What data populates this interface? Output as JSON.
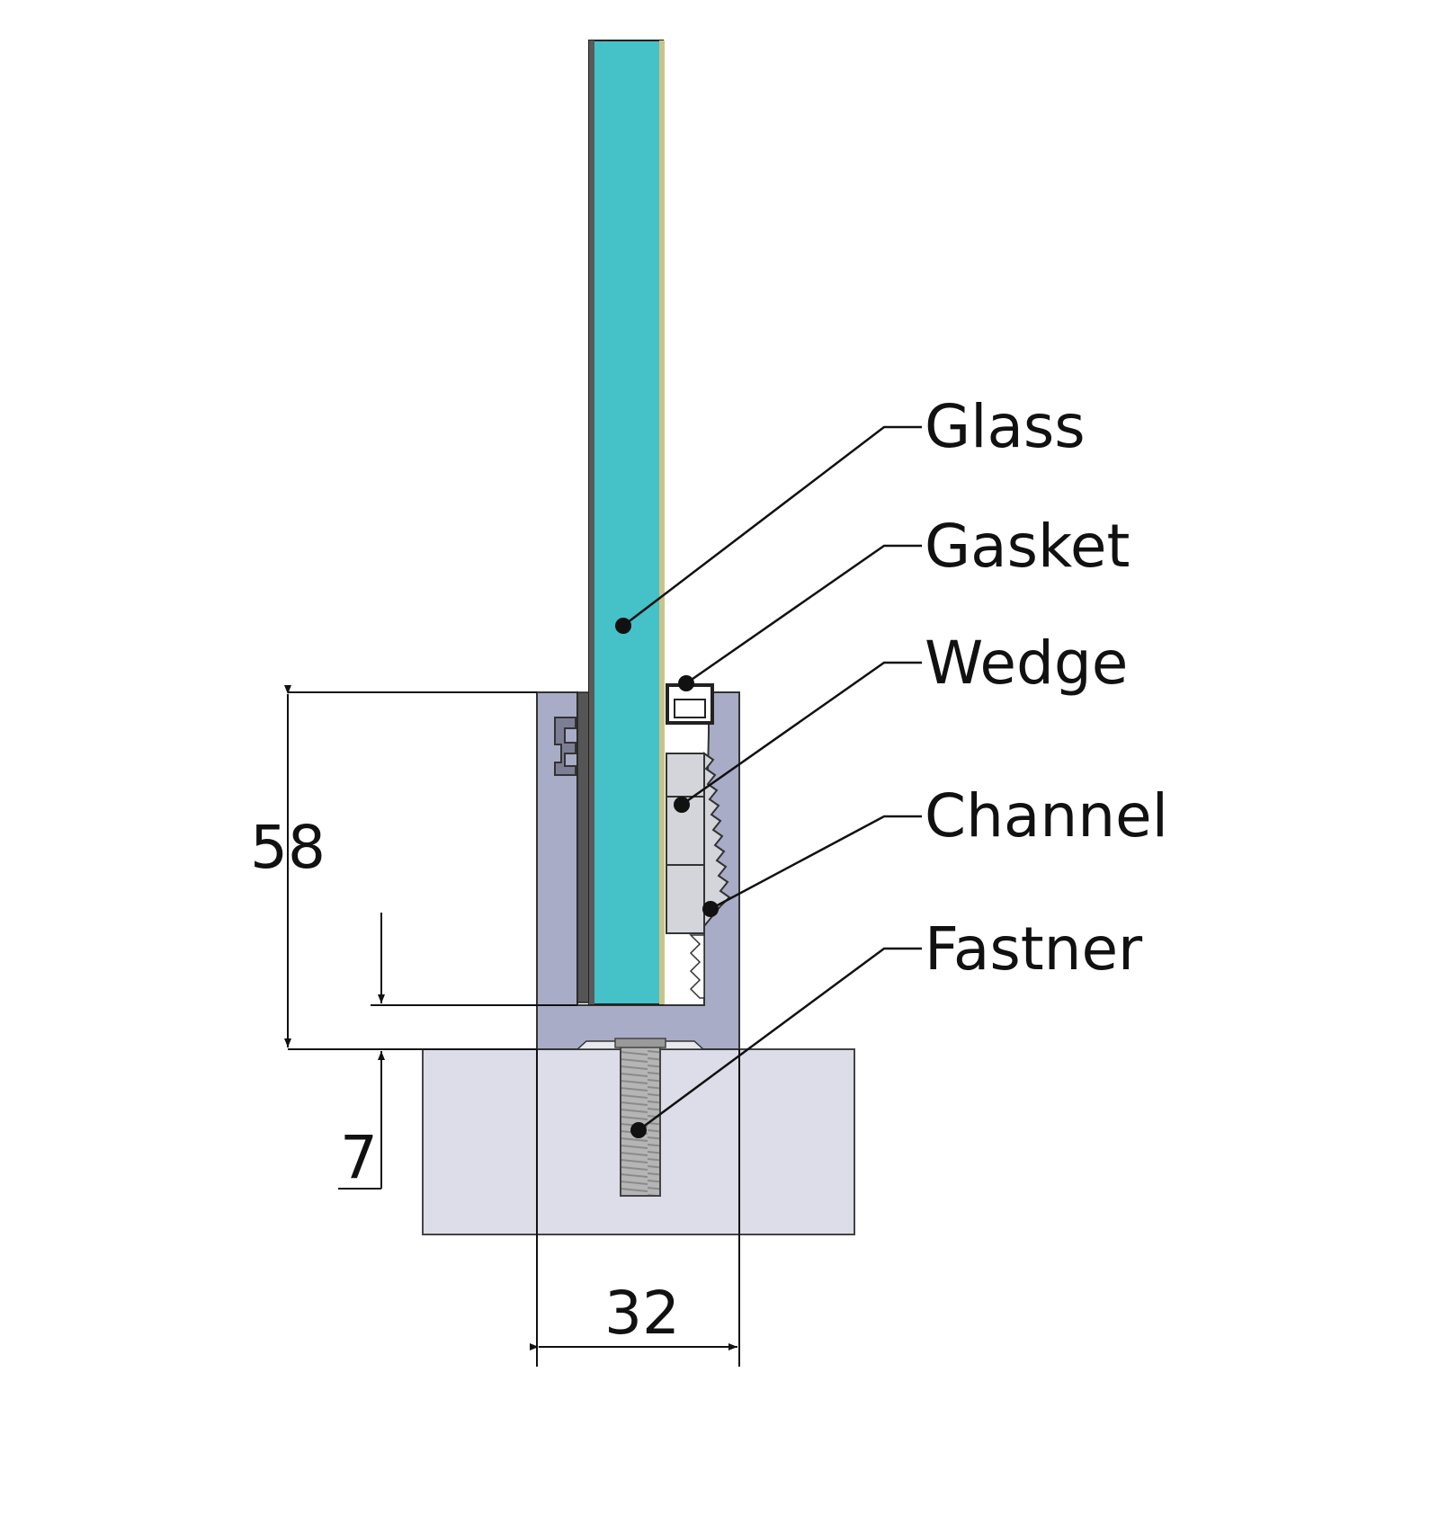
{
  "diagram": {
    "callouts": [
      {
        "id": "glass",
        "label": "Glass"
      },
      {
        "id": "gasket",
        "label": "Gasket"
      },
      {
        "id": "wedge",
        "label": "Wedge"
      },
      {
        "id": "channel",
        "label": "Channel"
      },
      {
        "id": "fastner",
        "label": "Fastner"
      }
    ],
    "dimensions": {
      "channel_height": "58",
      "embed_depth": "7",
      "channel_width": "32"
    }
  },
  "colors": {
    "glass": "#45c1c8",
    "channel": "#a9acc6",
    "base": "#dcdde8",
    "wedge": "#d4d5db",
    "fastener": "#b0b0b0",
    "line": "#111111"
  }
}
